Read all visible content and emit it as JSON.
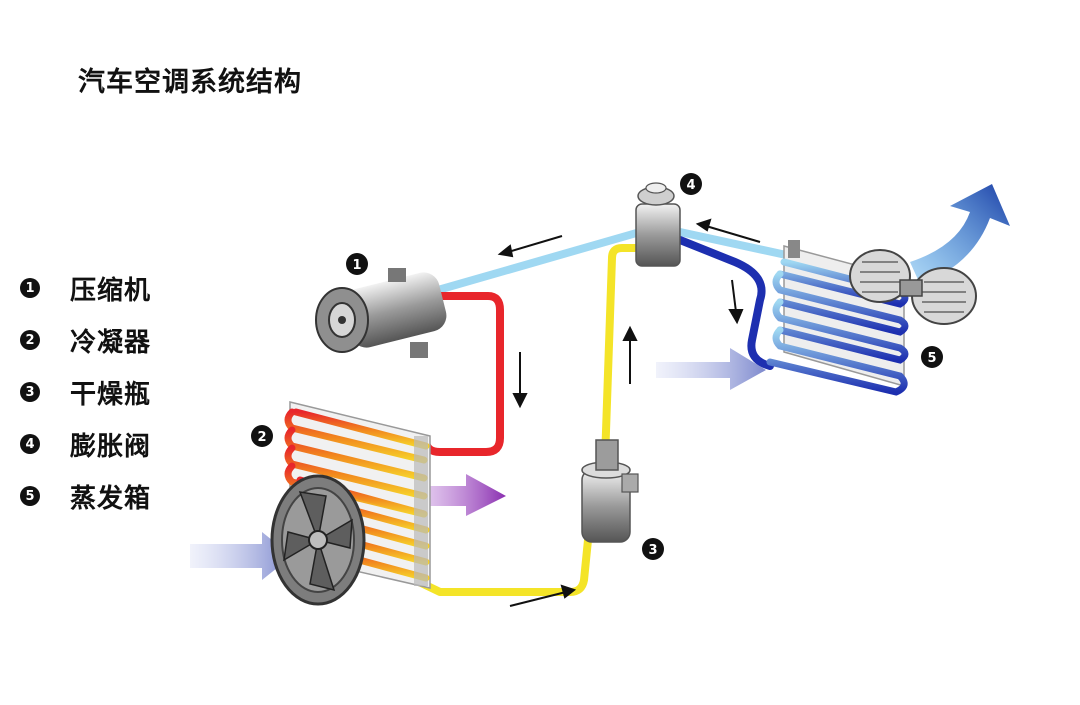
{
  "title": "汽车空调系统结构",
  "legend": [
    {
      "num": "1",
      "label": "压缩机"
    },
    {
      "num": "2",
      "label": "冷凝器"
    },
    {
      "num": "3",
      "label": "干燥瓶"
    },
    {
      "num": "4",
      "label": "膨胀阀"
    },
    {
      "num": "5",
      "label": "蒸发箱"
    }
  ],
  "badges": [
    "1",
    "2",
    "3",
    "4",
    "5"
  ],
  "colors": {
    "hot_pipe": "#e8262b",
    "liquid_pipe": "#f4e428",
    "cold_pipe": "#1d2fb0",
    "suction_pipe": "#9fd8f2",
    "hot_air": "#8a3ab0",
    "fresh_air": "#7a86d0",
    "cool_air": "#1c3fa6"
  },
  "icons": [
    "compressor-icon",
    "condenser-icon",
    "fan-icon",
    "receiver-drier-icon",
    "expansion-valve-icon",
    "evaporator-icon",
    "blower-icon",
    "flow-arrow-icon"
  ]
}
